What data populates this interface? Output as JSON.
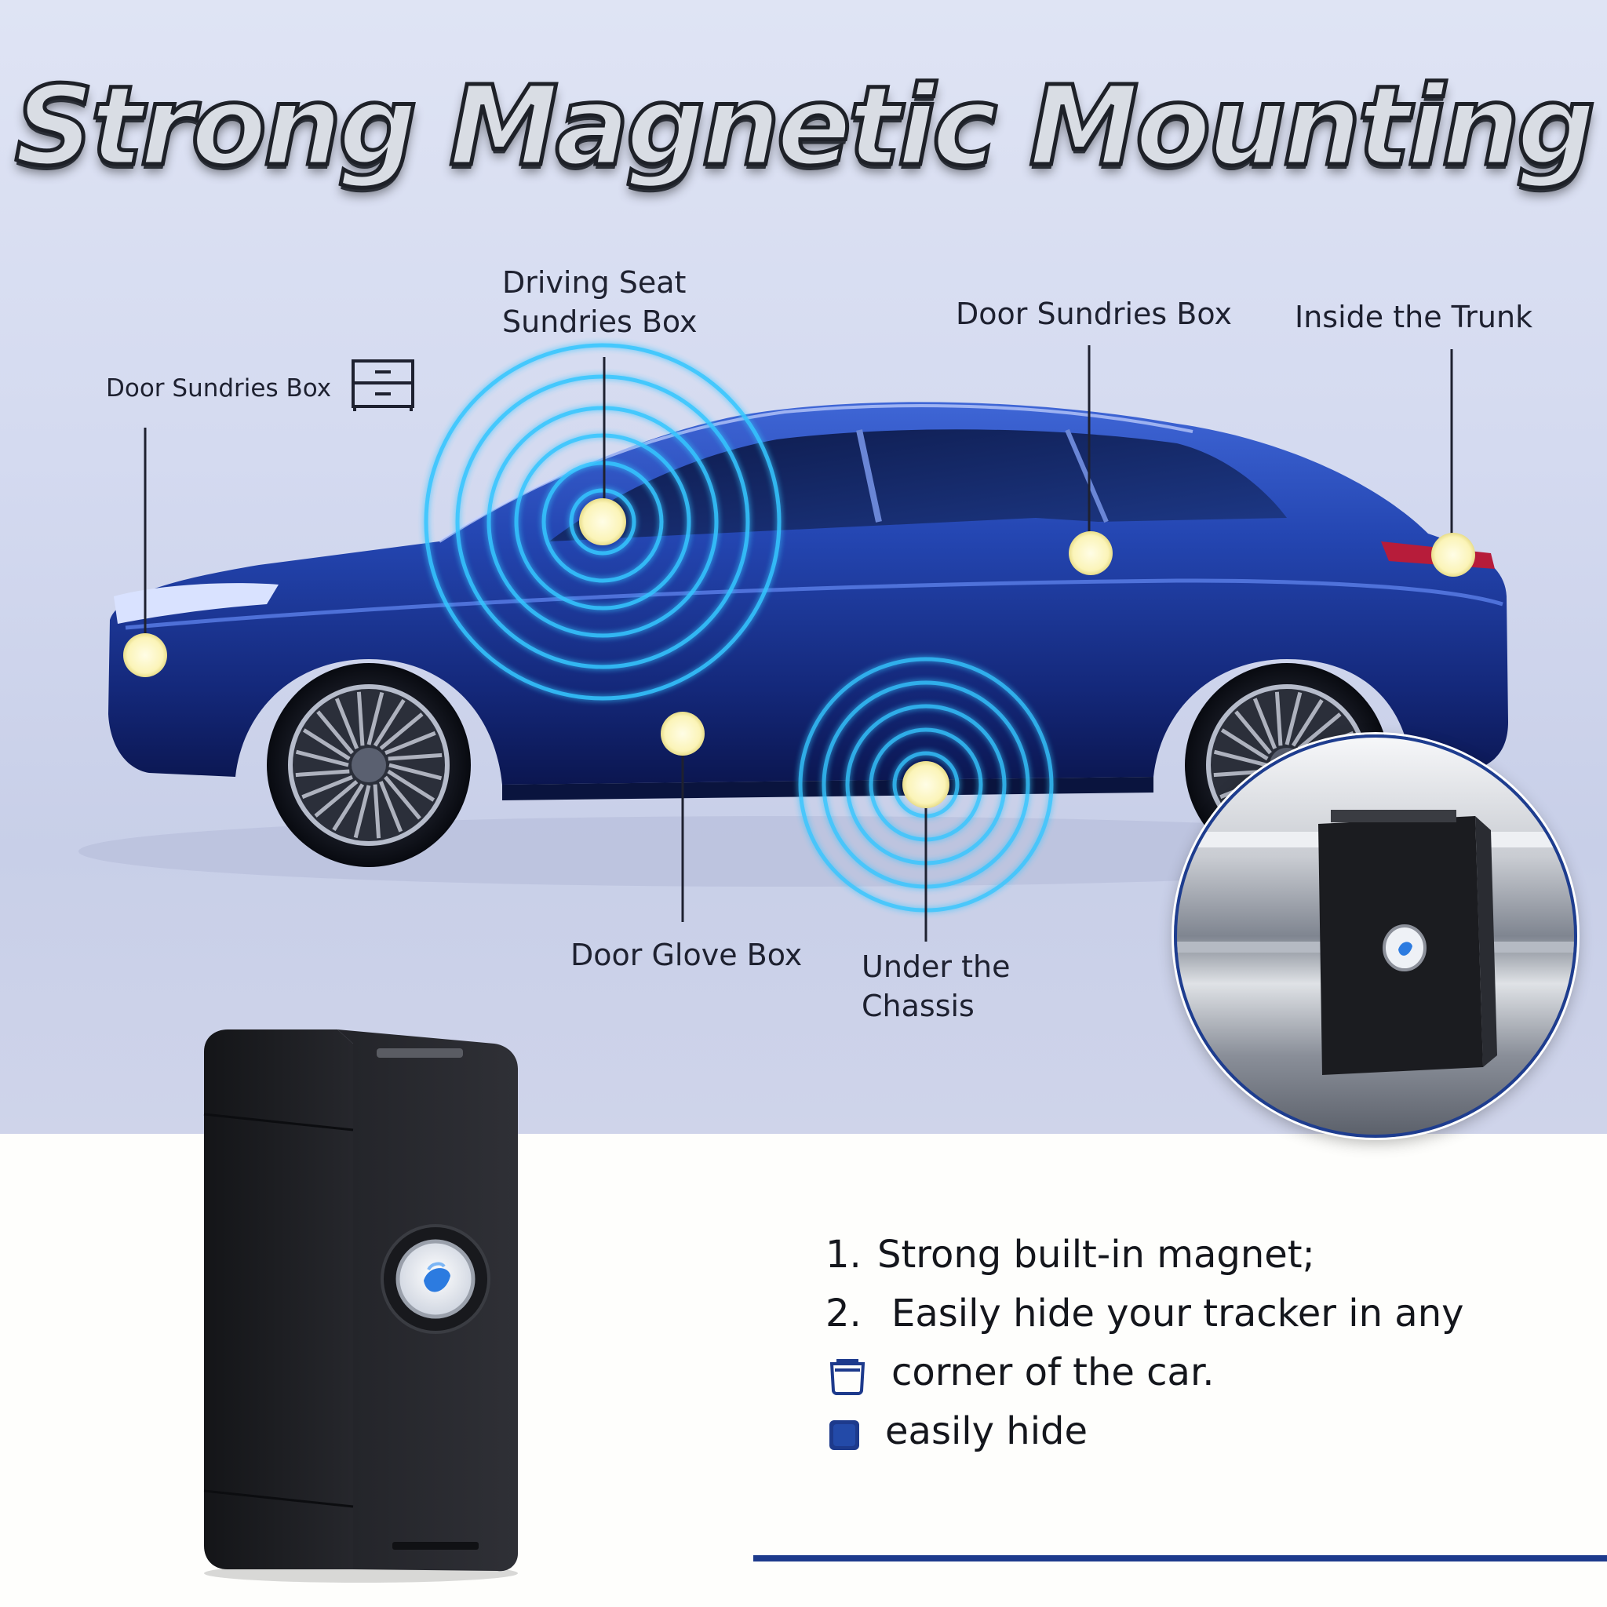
{
  "headline": "Strong Magnetic Mounting",
  "locations": {
    "door_sundries_box_left": "Door Sundries Box",
    "driving_seat_line1": "Driving Seat",
    "driving_seat_line2": "Sundries Box",
    "door_sundries_box_right": "Door Sundries Box",
    "inside_trunk": "Inside the Trunk",
    "door_glove_box": "Door Glove Box",
    "under_chassis_line1": "Under the",
    "under_chassis_line2": "Chassis"
  },
  "features": [
    {
      "marker": "1.",
      "text": "Strong built-in magnet;"
    },
    {
      "marker": "2.",
      "text": "Easily hide your tracker in any"
    },
    {
      "marker": "box-icon",
      "text": "corner of the car."
    },
    {
      "marker": "square-icon",
      "text": "easily hide"
    }
  ],
  "colors": {
    "car_body": "#1d3a9c",
    "signal_rings": "#35c6ff",
    "location_dot": "#fbf4b8",
    "accent_rule": "#1d3a8c",
    "device": "#1c1d21"
  }
}
